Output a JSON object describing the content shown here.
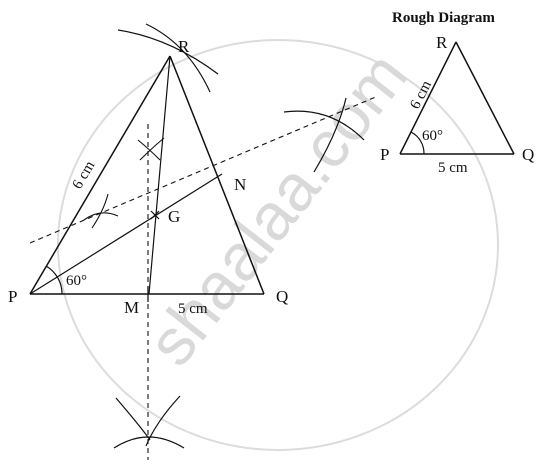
{
  "watermark": "shaalaa.com",
  "main_figure": {
    "vertices": {
      "P": "P",
      "Q": "Q",
      "R": "R"
    },
    "points": {
      "M": "M",
      "N": "N",
      "G": "G"
    },
    "side_pr": "6 cm",
    "side_pq": "5 cm",
    "angle_p": "60°"
  },
  "rough_diagram": {
    "title": "Rough Diagram",
    "vertices": {
      "P": "P",
      "Q": "Q",
      "R": "R"
    },
    "side_pr": "6 cm",
    "side_pq": "5 cm",
    "angle_p": "60°"
  }
}
